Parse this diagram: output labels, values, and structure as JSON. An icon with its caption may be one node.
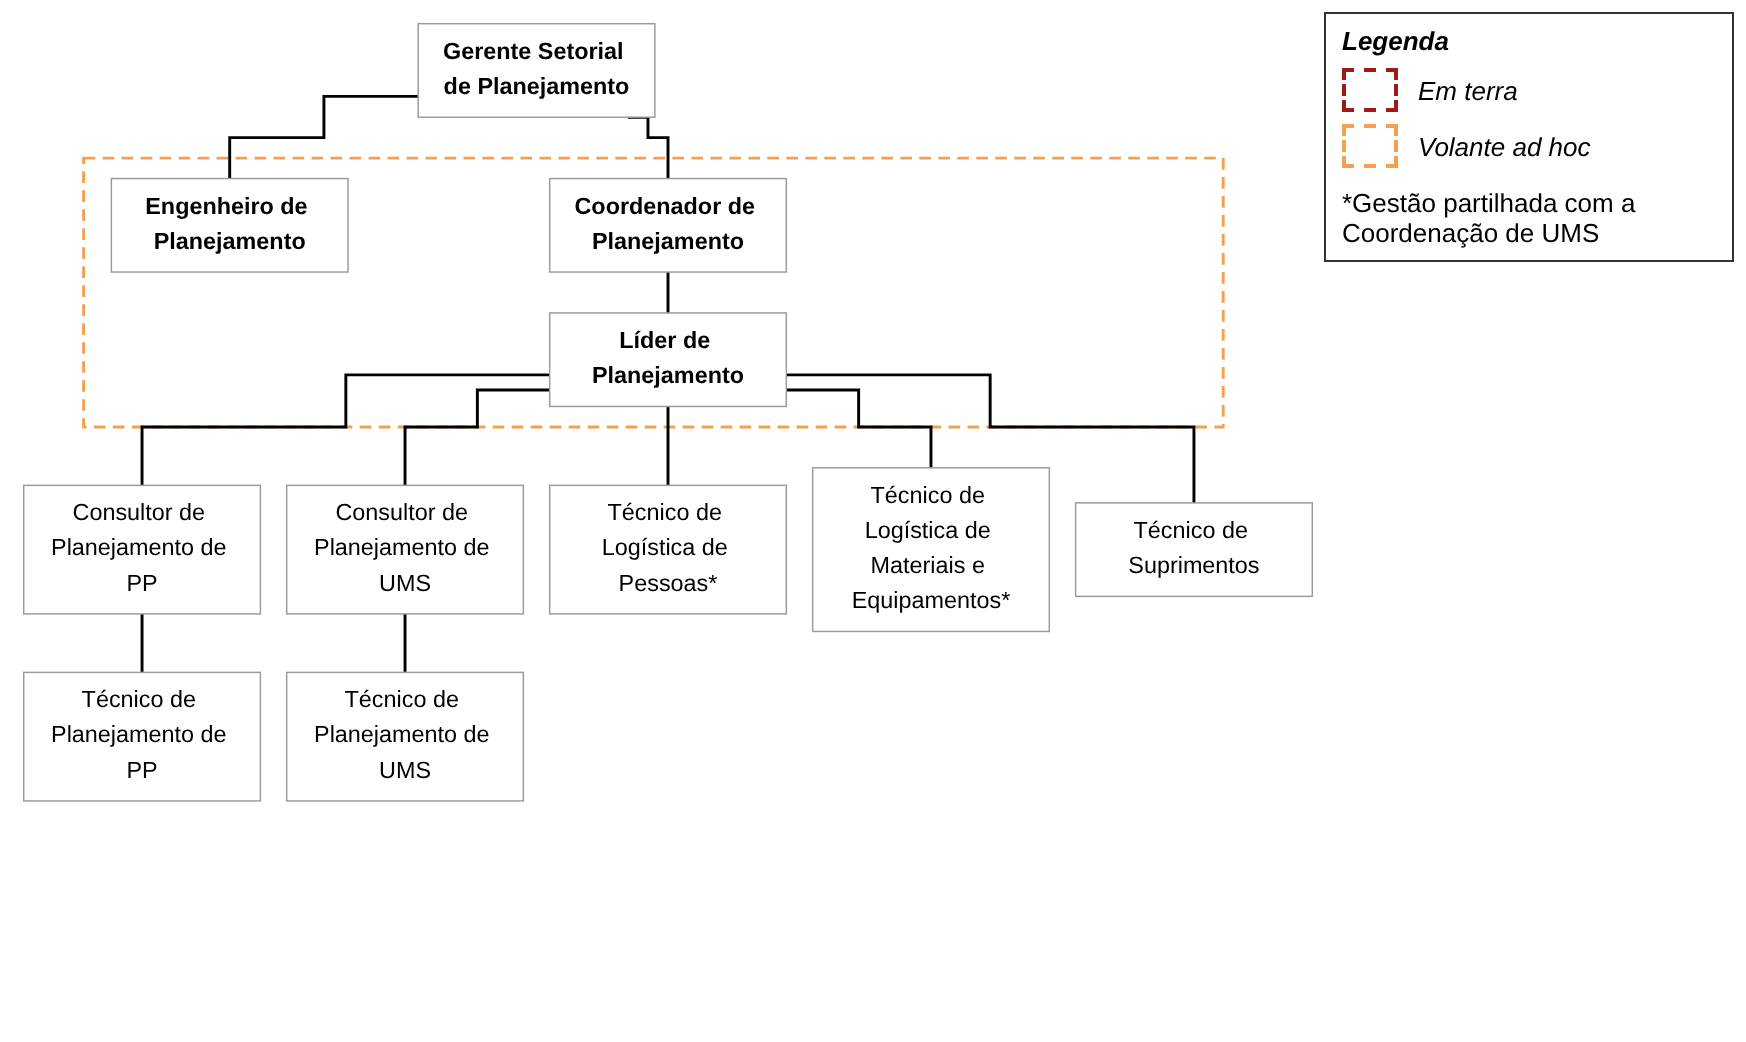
{
  "diagram": {
    "nodes": [
      {
        "text": [
          "Gerente Setorial de Planejamento"
        ]
      },
      {
        "text": [],
        "shape": "box"
      },
      {
        "text": [
          "Engenheiro de Planejamento"
        ],
        "in": 1
      },
      {
        "text": [
          "Coordenador de Planejamento"
        ],
        "in": 1
      },
      {
        "text": [
          "Líder de Planejamento"
        ],
        "in": 1
      },
      {
        "text": [
          "Consultor de Planejamento de PP"
        ]
      },
      {
        "text": [
          "Consultor de Planejamento de UMS"
        ]
      },
      {
        "text": [
          "Técnico de Logística de Pessoas*"
        ]
      },
      {
        "text": [
          "Técnico de Logística de Materiais e Equipamentos*"
        ]
      },
      {
        "text": [
          "Técnico de Suprimentos"
        ]
      },
      {
        "text": [
          "Técnico de Planejamento de PP"
        ]
      },
      {
        "text": [
          "Técnico de Planejamento de UMS"
        ]
      }
    ],
    "edges": [
      {
        "from": 0,
        "to": 2,
        "arrow": "none"
      },
      {
        "from": 0,
        "to": 3,
        "arrow": "none"
      },
      {
        "from": 3,
        "to": 4,
        "arrow": "none"
      },
      {
        "from": 4,
        "to": 5,
        "arrow": "none"
      },
      {
        "from": 4,
        "to": 6,
        "arrow": "none"
      },
      {
        "from": 4,
        "to": 7,
        "arrow": "none"
      },
      {
        "from": 4,
        "to": 8,
        "arrow": "none"
      },
      {
        "from": 4,
        "to": 9,
        "arrow": "none"
      },
      {
        "from": 5,
        "to": 10,
        "arrow": "none"
      },
      {
        "from": 6,
        "to": 11,
        "arrow": "none"
      }
    ],
    "labels": [
      "Legenda",
      "*Gestão partilhada com a Coordenação de UMS"
    ],
    "legend": [
      {
        "text": "Em terra"
      },
      {
        "text": "Volante ad hoc"
      }
    ]
  }
}
